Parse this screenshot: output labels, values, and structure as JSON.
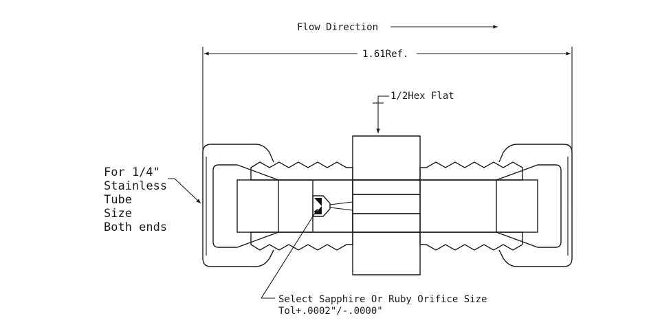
{
  "labels": {
    "flow_direction": "Flow Direction",
    "overall_length": "1.61Ref.",
    "hex_flat": "1/2Hex Flat",
    "tube_line1": "For 1/4\"",
    "tube_line2": "Stainless",
    "tube_line3": "Tube",
    "tube_line4": "Size",
    "tube_line5": "Both ends",
    "orifice_line1": "Select Sapphire Or Ruby Orifice Size",
    "orifice_line2": "Tol+.0002\"/-.0000\""
  }
}
